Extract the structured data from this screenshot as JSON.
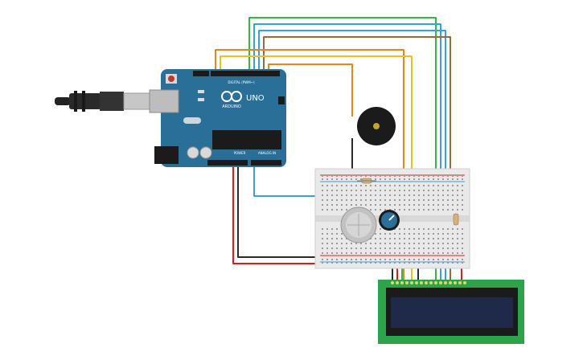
{
  "board": {
    "uno_label": "UNO",
    "brand_label": "ARDUINO",
    "digital_header_label": "DIGITAL (PWM~)",
    "power_header_label": "POWER",
    "analog_header_label": "ANALOG IN"
  },
  "colors": {
    "board": "#2a6f98",
    "board_dark": "#1f5576",
    "breadboard": "#e9e9e9",
    "lcd_pcb": "#2fa34a",
    "lcd_screen": "#1f2a4a",
    "wire_red": "#d61f1f",
    "wire_black": "#2b2b2b",
    "wire_green": "#3bb34a",
    "wire_blue": "#3aa0d8",
    "wire_orange": "#e08a1e",
    "wire_yellow": "#e7c51a",
    "wire_brown": "#9a6a3c",
    "wire_cyan": "#39b6c7"
  },
  "icons": {
    "usb_cable": "usb-cable-icon",
    "buzzer": "buzzer-icon",
    "gas_sensor": "gas-sensor-icon",
    "potentiometer": "potentiometer-icon",
    "resistor": "resistor-icon"
  }
}
